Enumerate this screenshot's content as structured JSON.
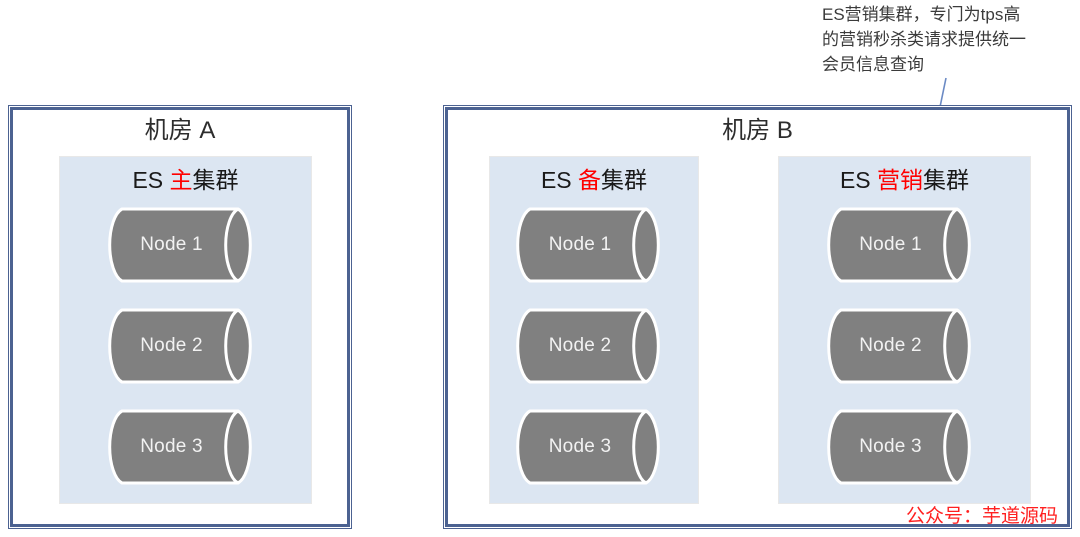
{
  "callout": {
    "text": "ES营销集群，专门为tps高的营销秒杀类请求提供统一会员信息查询"
  },
  "rooms": [
    {
      "id": "room-a",
      "title": "机房 A",
      "clusters": [
        {
          "id": "cluster-main",
          "title_prefix": "ES ",
          "title_highlight": "主",
          "title_suffix": "集群",
          "nodes": [
            "Node 1",
            "Node 2",
            "Node 3"
          ]
        }
      ]
    },
    {
      "id": "room-b",
      "title": "机房 B",
      "clusters": [
        {
          "id": "cluster-backup",
          "title_prefix": "ES ",
          "title_highlight": "备",
          "title_suffix": "集群",
          "nodes": [
            "Node 1",
            "Node 2",
            "Node 3"
          ]
        },
        {
          "id": "cluster-marketing",
          "title_prefix": "ES ",
          "title_highlight": "营销",
          "title_suffix": "集群",
          "nodes": [
            "Node 1",
            "Node 2",
            "Node 3"
          ]
        }
      ]
    }
  ],
  "watermark": "公众号：芋道源码",
  "colors": {
    "room_border": "#4c6291",
    "cluster_bg": "#dce6f2",
    "node_fill": "#808080",
    "node_stroke": "#ffffff",
    "node_text": "#f2f2f2",
    "highlight": "#ff0000",
    "leader_line": "#6b8ac4",
    "watermark": "#ff2020"
  }
}
